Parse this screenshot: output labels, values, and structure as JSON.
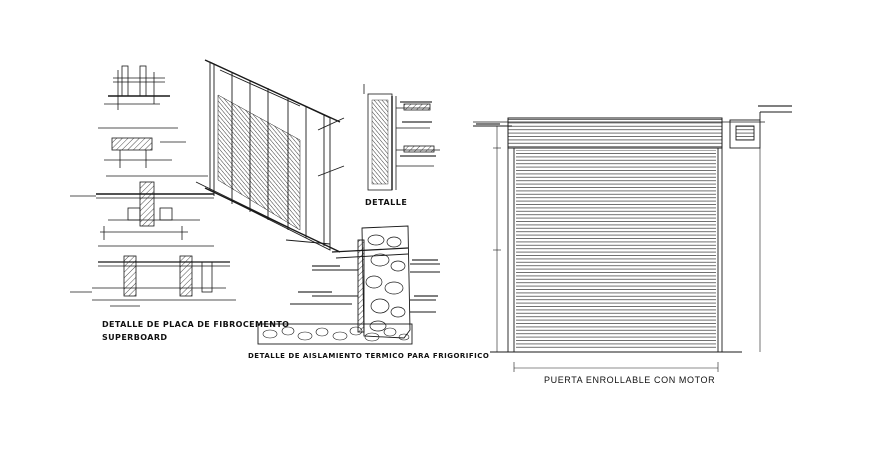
{
  "drawing": {
    "fiber_cement_caption_line1": "DETALLE DE PLACA DE FIBROCEMENTO",
    "fiber_cement_caption_line2": "SUPERBOARD",
    "insulation_caption": "DETALLE DE AISLAMIENTO TERMICO PARA FRIGORIFICO",
    "wall_detail_caption": "DETALLE",
    "rolling_door_caption": "PUERTA ENROLLABLE CON MOTOR"
  },
  "colors": {
    "line": "#1a1a1a",
    "background": "#ffffff"
  }
}
